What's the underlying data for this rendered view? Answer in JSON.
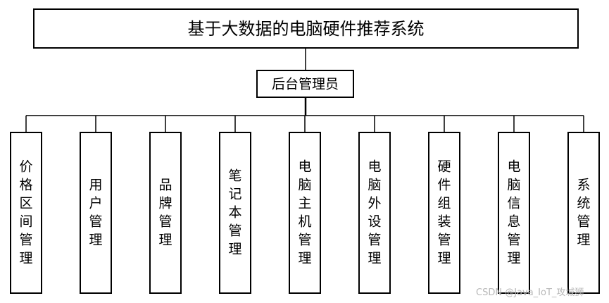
{
  "title": "基于大数据的电脑硬件推荐系统",
  "admin": "后台管理员",
  "modules": [
    "价格区间管理",
    "用户管理",
    "品牌管理",
    "笔记本管理",
    "电脑主机管理",
    "电脑外设管理",
    "硬件组装管理",
    "电脑信息管理",
    "系统管理"
  ],
  "watermark": "CSDN @Java_IoT_攻城狮",
  "colors": {
    "line": "#000000",
    "box_fill": "#ffffff",
    "text": "#000000"
  }
}
